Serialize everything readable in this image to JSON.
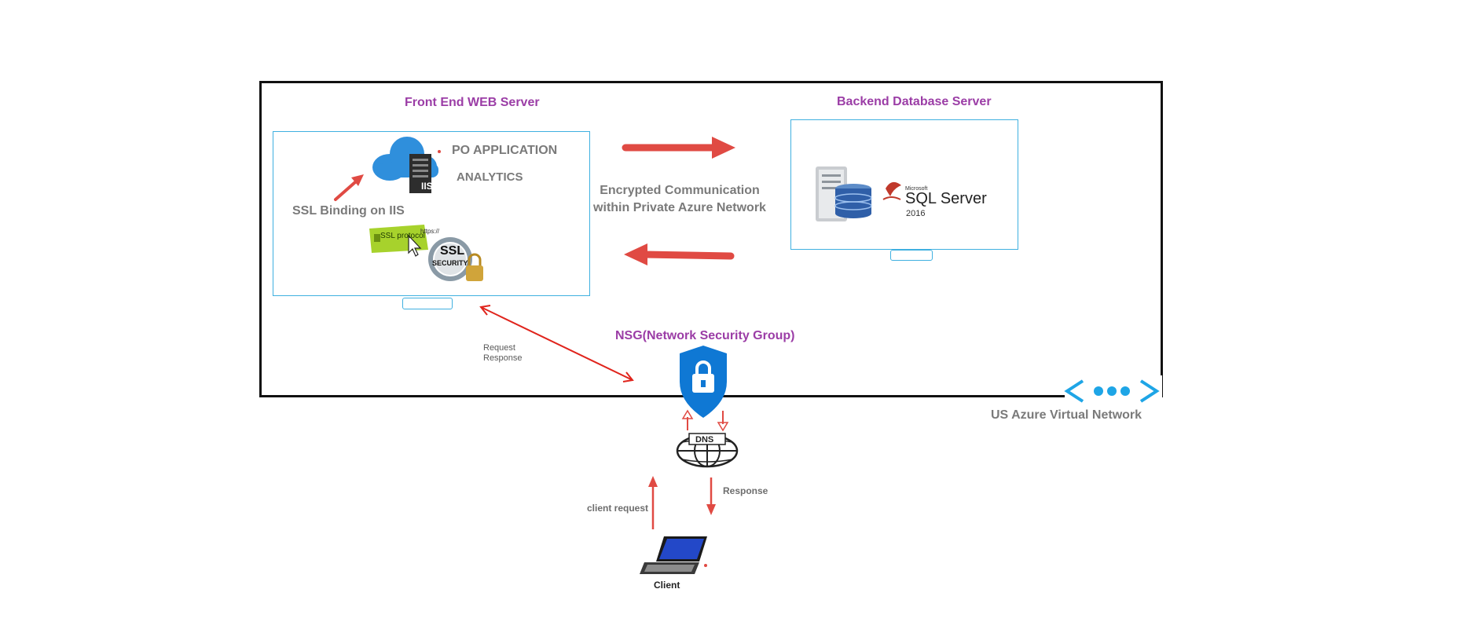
{
  "front_end": {
    "title": "Front End WEB Server",
    "app_line1": "PO APPLICATION",
    "app_line2": "ANALYTICS",
    "ssl_binding": "SSL Binding on IIS",
    "iis_text": "IIS",
    "ssl_protocol": "SSL protocol",
    "https_text": "https://",
    "ssl_badge_top": "SSL",
    "ssl_badge_bottom": "SECURITY"
  },
  "backend": {
    "title": "Backend Database Server",
    "sql_brand_small": "Microsoft",
    "sql_brand": "SQL Server",
    "sql_year": "2016"
  },
  "communication": {
    "line1": "Encrypted Communication",
    "line2": "within Private Azure Network"
  },
  "nsg": {
    "title": "NSG(Network Security Group)"
  },
  "request_response": {
    "line1": "Request",
    "line2": "Response"
  },
  "vnet": {
    "label": "US Azure Virtual Network"
  },
  "dns": {
    "label": "DNS"
  },
  "client": {
    "request_label": "client request",
    "response_label": "Response",
    "label": "Client"
  },
  "colors": {
    "purple": "#9b3da6",
    "arrow_red": "#e04a43",
    "azure_blue": "#0f78d4",
    "panel_border": "#3fb0e0",
    "vnet_icon": "#1ea5e6"
  }
}
